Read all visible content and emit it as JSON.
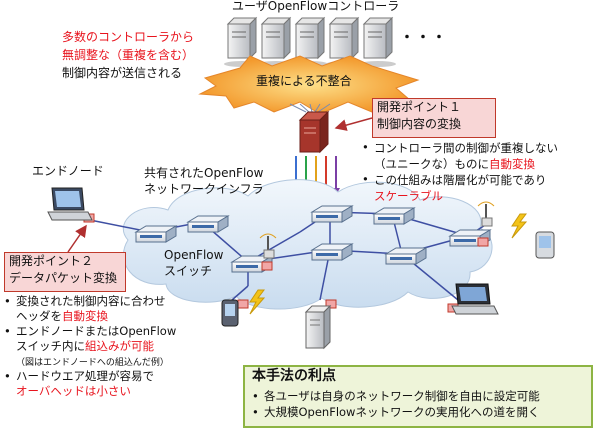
{
  "controllers": {
    "title": "ユーザOpenFlowコントローラ",
    "ellipsis": "・・・"
  },
  "left_note": {
    "line1": "多数のコントローラから",
    "line2": "無調整な（重複を含む）",
    "line3": "制御内容が送信される"
  },
  "conflict_label": "重複による不整合",
  "point1": {
    "title": "開発ポイント１",
    "subtitle": "制御内容の変換"
  },
  "point1_bullets": [
    {
      "line1": "コントローラ間の制御が重複しない",
      "line2_black": "（ユニークな）ものに",
      "line2_red": "自動変換"
    },
    {
      "line1": "この仕組みは階層化が可能であり",
      "line2_red": "スケーラブル"
    }
  ],
  "end_node_label": "エンドノード",
  "cloud_label": {
    "line1": "共有されたOpenFlow",
    "line2": "ネットワークインフラ"
  },
  "switch_label": {
    "line1": "OpenFlow",
    "line2": "スイッチ"
  },
  "point2": {
    "title": "開発ポイント２",
    "subtitle": "データパケット変換"
  },
  "point2_bullets": [
    {
      "line1": "変換された制御内容に合わせ",
      "line2_black": "ヘッダを",
      "line2_red": "自動変換"
    },
    {
      "line1": "エンドノードまたはOpenFlow",
      "line2_black": "スイッチ内に",
      "line2_red": "組込みが可能",
      "line3_small": "（図はエンドノードへの組込んだ例）"
    },
    {
      "line1": "ハードウエア処理が容易で",
      "line2_red": "オーバヘッドは小さい"
    }
  ],
  "benefits": {
    "title": "本手法の利点",
    "items": [
      "各ユーザは自身のネットワーク制御を自由に設定可能",
      "大規模OpenFlowネットワークの実用化への道を開く"
    ]
  },
  "colors": {
    "accent_red": "#e8141e",
    "pink_box": "#f8d6d6",
    "green_box": "#eef4d9",
    "cloud": "#dde9f5",
    "burst": "#f5a63a"
  }
}
